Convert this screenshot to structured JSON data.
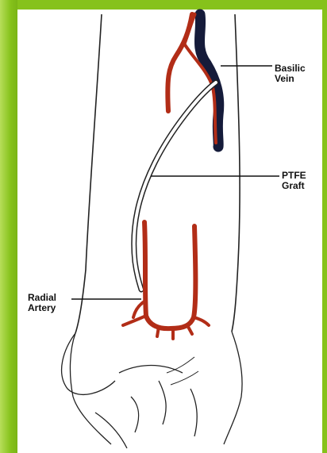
{
  "labels": {
    "basilic_vein": "Basilic\nVein",
    "ptfe_graft": "PTFE\nGraft",
    "radial_artery": "Radial\nArtery"
  },
  "colors": {
    "frame": "#86c21b",
    "artery": "#b22d17",
    "vein": "#151b3a",
    "outline": "#222222"
  }
}
